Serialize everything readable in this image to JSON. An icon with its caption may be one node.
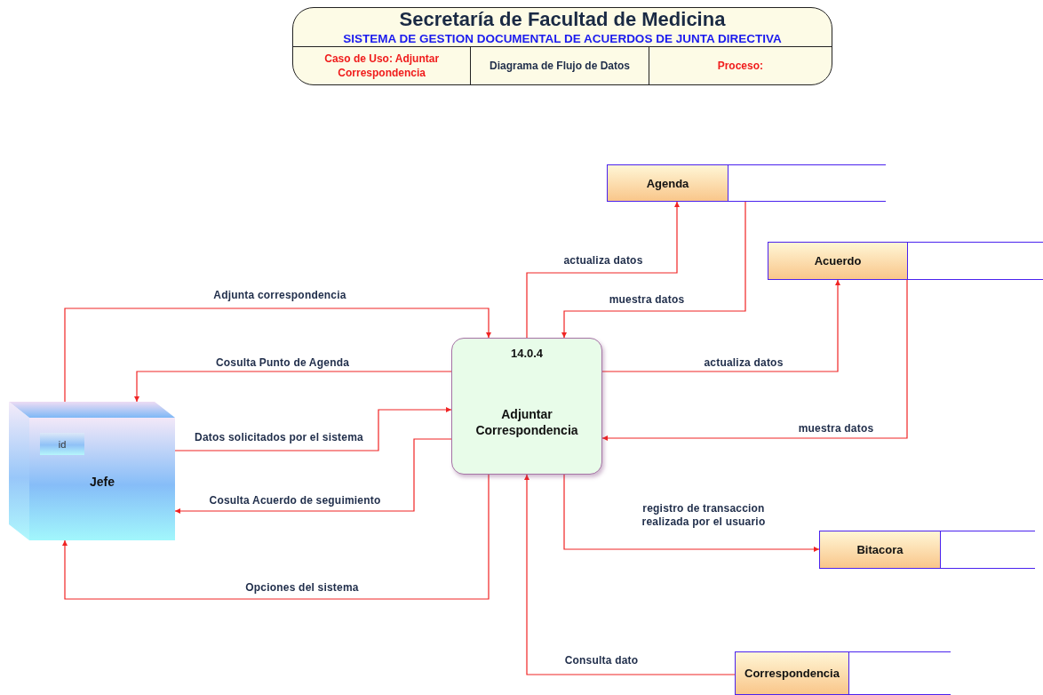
{
  "diagram": {
    "title": "Secretaría de Facultad de Medicina",
    "nodes": [
      {
        "text": [
          "Agenda"
        ]
      },
      {
        "text": [
          "Acuerdo"
        ]
      },
      {
        "text": [
          "14.0.4",
          "Adjuntar Correspondencia"
        ]
      },
      {
        "text": [
          "Jefe"
        ]
      },
      {
        "text": [
          "id"
        ],
        "in": 3
      },
      {
        "text": [
          "Bitacora"
        ]
      },
      {
        "text": [
          "Correspondencia"
        ]
      }
    ],
    "edges": [
      {
        "from": 3,
        "to": 2,
        "arrow": "to",
        "label": "Adjunta correspondencia"
      },
      {
        "from": 2,
        "to": 3,
        "arrow": "to",
        "label": "Cosulta Punto de Agenda"
      },
      {
        "from": 3,
        "to": 2,
        "arrow": "to",
        "label": "Datos solicitados por el sistema"
      },
      {
        "from": 2,
        "to": 3,
        "arrow": "to",
        "label": "Cosulta Acuerdo de seguimiento"
      },
      {
        "from": 2,
        "to": 3,
        "arrow": "to",
        "label": "Opciones del sistema"
      },
      {
        "from": 2,
        "to": 0,
        "arrow": "to",
        "label": "actualiza datos"
      },
      {
        "from": 0,
        "to": 2,
        "arrow": "to",
        "label": "muestra datos"
      },
      {
        "from": 2,
        "to": 1,
        "arrow": "to",
        "label": "actualiza datos"
      },
      {
        "from": 1,
        "to": 2,
        "arrow": "to",
        "label": "muestra datos"
      },
      {
        "from": 2,
        "to": 5,
        "arrow": "to",
        "label": "registro de transaccion realizada por el usuario"
      },
      {
        "from": 6,
        "to": 2,
        "arrow": "to",
        "label": "Consulta dato"
      }
    ],
    "labels": [
      "SISTEMA DE GESTION DOCUMENTAL DE ACUERDOS DE JUNTA DIRECTIVA",
      "Caso de Uso: Adjuntar Correspondencia",
      "Diagrama de Flujo de Datos",
      "Proceso:"
    ]
  }
}
